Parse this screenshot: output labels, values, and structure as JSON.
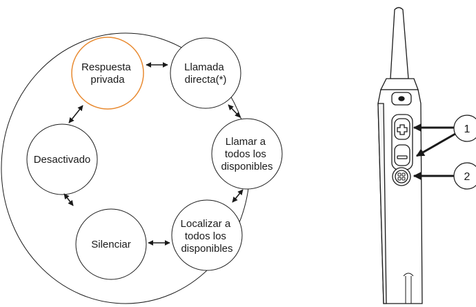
{
  "diagram": {
    "mode_cycle": {
      "nodes": [
        {
          "id": "respuesta",
          "lines": [
            "Respuesta",
            "privada"
          ],
          "highlight": true
        },
        {
          "id": "llamada",
          "lines": [
            "Llamada",
            "directa(*)"
          ],
          "highlight": false
        },
        {
          "id": "llamar",
          "lines": [
            "Llamar a",
            "todos los",
            "disponibles"
          ],
          "highlight": false
        },
        {
          "id": "localizar",
          "lines": [
            "Localizar a",
            "todos los",
            "disponibles"
          ],
          "highlight": false
        },
        {
          "id": "silenciar",
          "lines": [
            "Silenciar"
          ],
          "highlight": false
        },
        {
          "id": "desactivado",
          "lines": [
            "Desactivado"
          ],
          "highlight": false
        }
      ]
    },
    "device_callouts": [
      {
        "number": "1",
        "target": "volume-buttons"
      },
      {
        "number": "2",
        "target": "side-button"
      }
    ],
    "colors": {
      "highlight": "#e8892f",
      "stroke": "#1a1a1a",
      "background": "#ffffff"
    }
  }
}
